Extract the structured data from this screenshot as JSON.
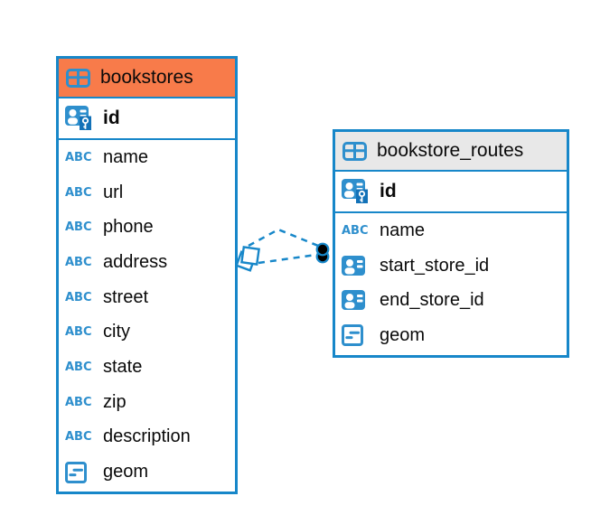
{
  "diagram": {
    "kind": "entity-relationship",
    "background": "#ffffff"
  },
  "colors": {
    "accent_blue": "#1787C9",
    "icon_blue": "#2E8FCD",
    "key_overlay_blue": "#1372B8",
    "selected_header_orange": "#F87B4A",
    "header_gray": "#E8E8E8",
    "text": "#0a0a0a",
    "connector_dot": "#000000"
  },
  "icon_labels": {
    "text_type": "ABC"
  },
  "tables": [
    {
      "name": "bookstores",
      "selected": true,
      "primary_key": {
        "name": "id",
        "type": "primary-key"
      },
      "fields": [
        {
          "name": "name",
          "type": "text"
        },
        {
          "name": "url",
          "type": "text"
        },
        {
          "name": "phone",
          "type": "text"
        },
        {
          "name": "address",
          "type": "text"
        },
        {
          "name": "street",
          "type": "text"
        },
        {
          "name": "city",
          "type": "text"
        },
        {
          "name": "state",
          "type": "text"
        },
        {
          "name": "zip",
          "type": "text"
        },
        {
          "name": "description",
          "type": "text"
        },
        {
          "name": "geom",
          "type": "geometry"
        }
      ]
    },
    {
      "name": "bookstore_routes",
      "selected": false,
      "primary_key": {
        "name": "id",
        "type": "primary-key"
      },
      "fields": [
        {
          "name": "name",
          "type": "text"
        },
        {
          "name": "start_store_id",
          "type": "reference"
        },
        {
          "name": "end_store_id",
          "type": "reference"
        },
        {
          "name": "geom",
          "type": "geometry"
        }
      ]
    }
  ],
  "relationships": [
    {
      "from": "bookstore_routes.start_store_id",
      "to": "bookstores.id",
      "style": "dashed"
    },
    {
      "from": "bookstore_routes.end_store_id",
      "to": "bookstores.id",
      "style": "dashed"
    }
  ]
}
